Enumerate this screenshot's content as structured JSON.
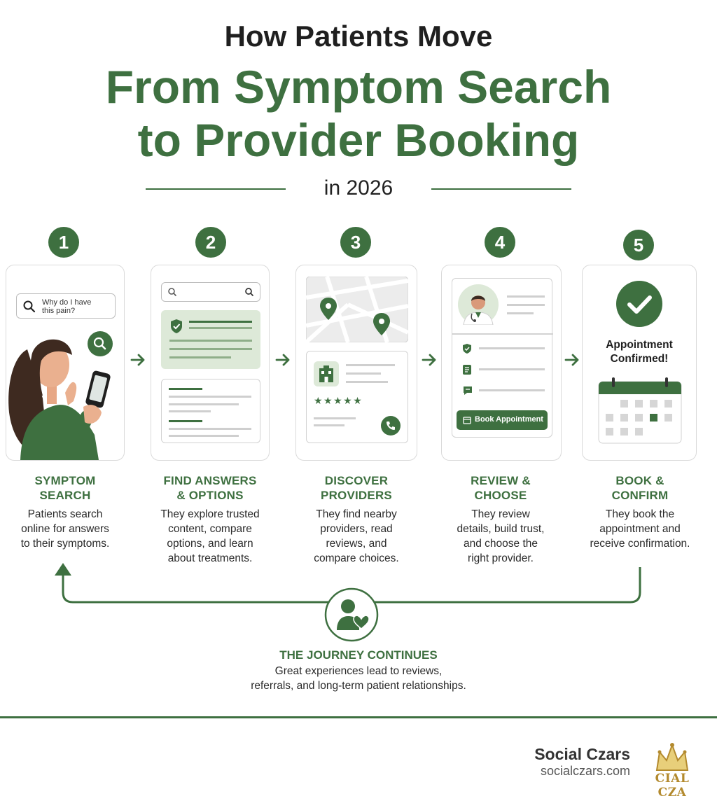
{
  "header": {
    "line1": "How Patients Move",
    "line2": "From Symptom Search",
    "line3": "to Provider Booking",
    "year": "in 2026"
  },
  "steps": [
    {
      "number": "1",
      "title_1": "SYMPTOM",
      "title_2": "SEARCH",
      "desc": [
        "Patients search",
        "online for answers",
        "to their symptoms."
      ]
    },
    {
      "number": "2",
      "title_1": "FIND ANSWERS",
      "title_2": "& OPTIONS",
      "desc": [
        "They explore trusted",
        "content, compare",
        "options, and learn",
        "about treatments."
      ]
    },
    {
      "number": "3",
      "title_1": "DISCOVER",
      "title_2": "PROVIDERS",
      "desc": [
        "They find nearby",
        "providers, read",
        "reviews, and",
        "compare choices."
      ]
    },
    {
      "number": "4",
      "title_1": "REVIEW &",
      "title_2": "CHOOSE",
      "desc": [
        "They review",
        "details, build trust,",
        "and choose the",
        "right provider."
      ]
    },
    {
      "number": "5",
      "title_1": "BOOK &",
      "title_2": "CONFIRM",
      "desc": [
        "They book the",
        "appointment and",
        "receive confirmation."
      ]
    }
  ],
  "cards": {
    "search_query_1": "Why do I have",
    "search_query_2": "this pain?",
    "book_button": "Book Appointment",
    "confirm_1": "Appointment",
    "confirm_2": "Confirmed!",
    "rating_stars": "★★★★★"
  },
  "continues": {
    "title": "THE JOURNEY CONTINUES",
    "desc_1": "Great experiences lead to reviews,",
    "desc_2": "referrals, and long-term patient relationships."
  },
  "footer": {
    "brand": "Social Czars",
    "url": "socialczars.com",
    "logo_text": "CIAL CZA"
  },
  "colors": {
    "accent": "#3e7040",
    "light_accent": "#dde9d8",
    "text": "#222222"
  }
}
